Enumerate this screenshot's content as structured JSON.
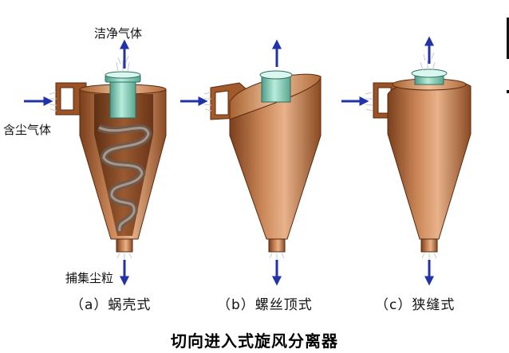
{
  "title": "切向进入式旋风分离器",
  "labels": {
    "clean_gas": "洁净气体",
    "dusty_gas": "含尘气体",
    "dust_out": "捕集尘粒"
  },
  "separators": [
    {
      "caption": "（a）蜗壳式",
      "inlet": "scroll"
    },
    {
      "caption": "（b）螺丝顶式",
      "inlet": "helical-top"
    },
    {
      "caption": "（c）狭缝式",
      "inlet": "slot"
    }
  ],
  "colors": {
    "body": "#c07c4d",
    "body_dark": "#7a3f1c",
    "body_light": "#e8b28a",
    "pipe": "#8fd3bf",
    "arrow": "#2233aa"
  }
}
